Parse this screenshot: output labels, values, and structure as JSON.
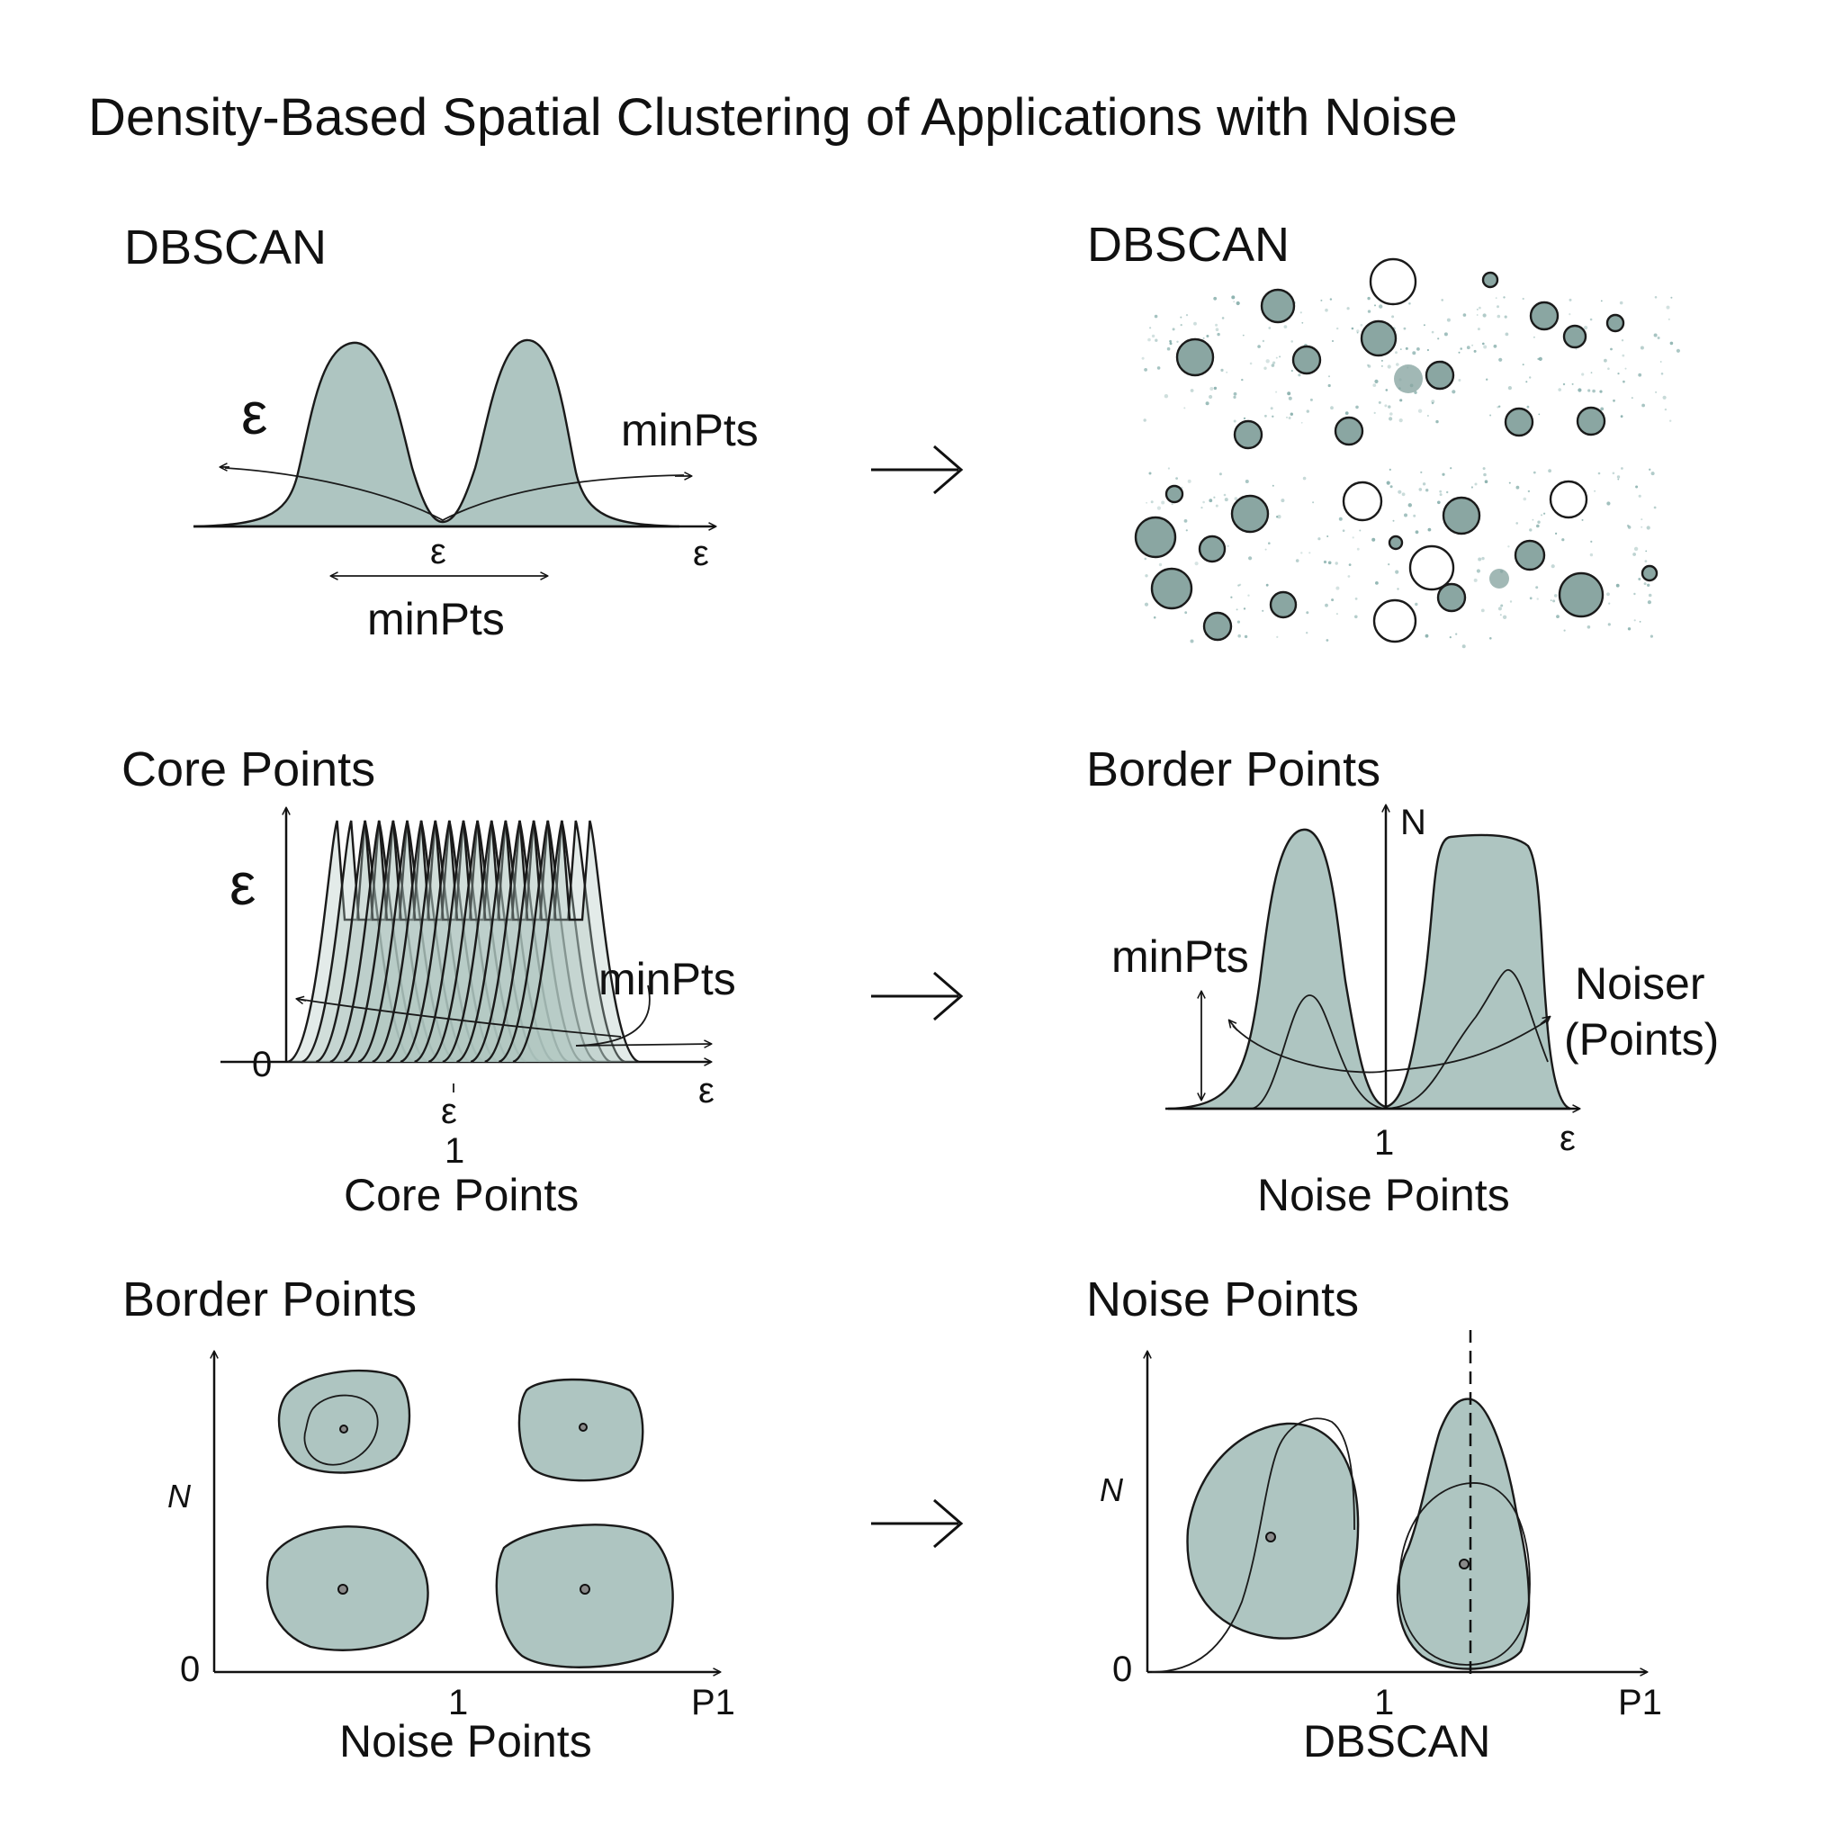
{
  "title": "Density-Based Spatial Clustering of Applications with Noise",
  "colors": {
    "fill": "#aec5c1",
    "dark_fill": "#8aa6a2",
    "stroke": "#1a1a1a",
    "speck": "#5f9490"
  },
  "arrow_icon": "right-arrow-icon",
  "panels": {
    "p1": {
      "title": "DBSCAN",
      "eps_big": "ε",
      "minpts_right": "minPts",
      "eps_mid": "ε",
      "eps_axis": "ε",
      "minpts_bottom": "minPts"
    },
    "p2": {
      "title": "DBSCAN"
    },
    "p3": {
      "title": "Core Points",
      "eps_big": "ε",
      "minpts": "minPts",
      "zero": "0",
      "eps_tick": "ε",
      "one": "1",
      "eps_axis": "ε",
      "caption": "Core Points"
    },
    "p4": {
      "title": "Border Points",
      "n_axis": "N",
      "minpts": "minPts",
      "noiser_line1": "Noiser",
      "noiser_line2": "(Points)",
      "one": "1",
      "eps_axis": "ε",
      "caption": "Noise Points"
    },
    "p5": {
      "title": "Border Points",
      "n_axis": "N",
      "zero": "0",
      "one": "1",
      "p1_axis": "P1",
      "caption": "Noise Points"
    },
    "p6": {
      "title": "Noise Points",
      "n_axis": "N",
      "zero": "0",
      "one": "1",
      "p1_axis": "P1",
      "caption": "DBSCAN"
    }
  }
}
